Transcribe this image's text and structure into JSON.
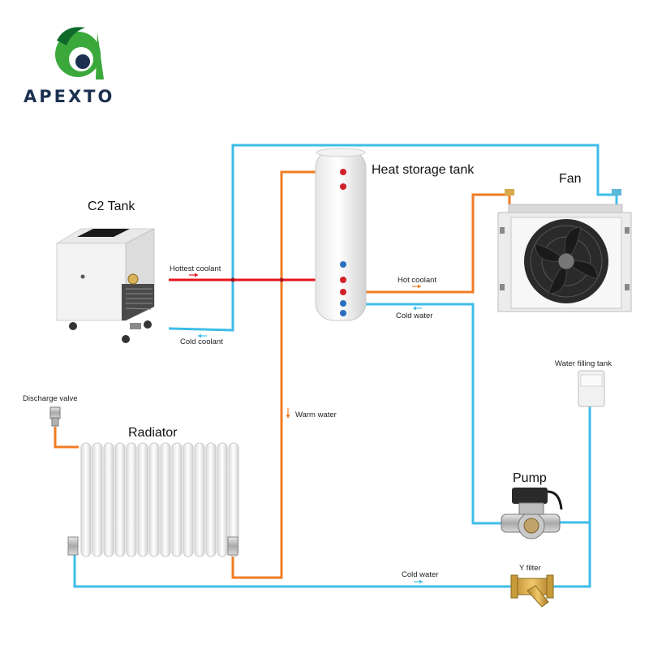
{
  "brand": {
    "name": "APEXTO"
  },
  "components": {
    "c2_tank": "C2 Tank",
    "heat_storage_tank": "Heat storage tank",
    "fan": "Fan",
    "radiator": "Radiator",
    "pump": "Pump",
    "water_filling_tank": "Water filling tank",
    "discharge_valve": "Discharge valve",
    "y_filter": "Y filter"
  },
  "flows": {
    "hottest_coolant": "Hottest coolant",
    "cold_coolant": "Cold coolant",
    "hot_coolant": "Hot coolant",
    "cold_water_tank": "Cold water",
    "warm_water": "Warm water",
    "cold_water_bottom": "Cold water"
  },
  "colors": {
    "hot_pipe": "#e8141b",
    "warm_pipe": "#f07c24",
    "cold_pipe": "#3fbde8",
    "brand_green": "#3aa83b",
    "brand_dark": "#1c3150"
  }
}
